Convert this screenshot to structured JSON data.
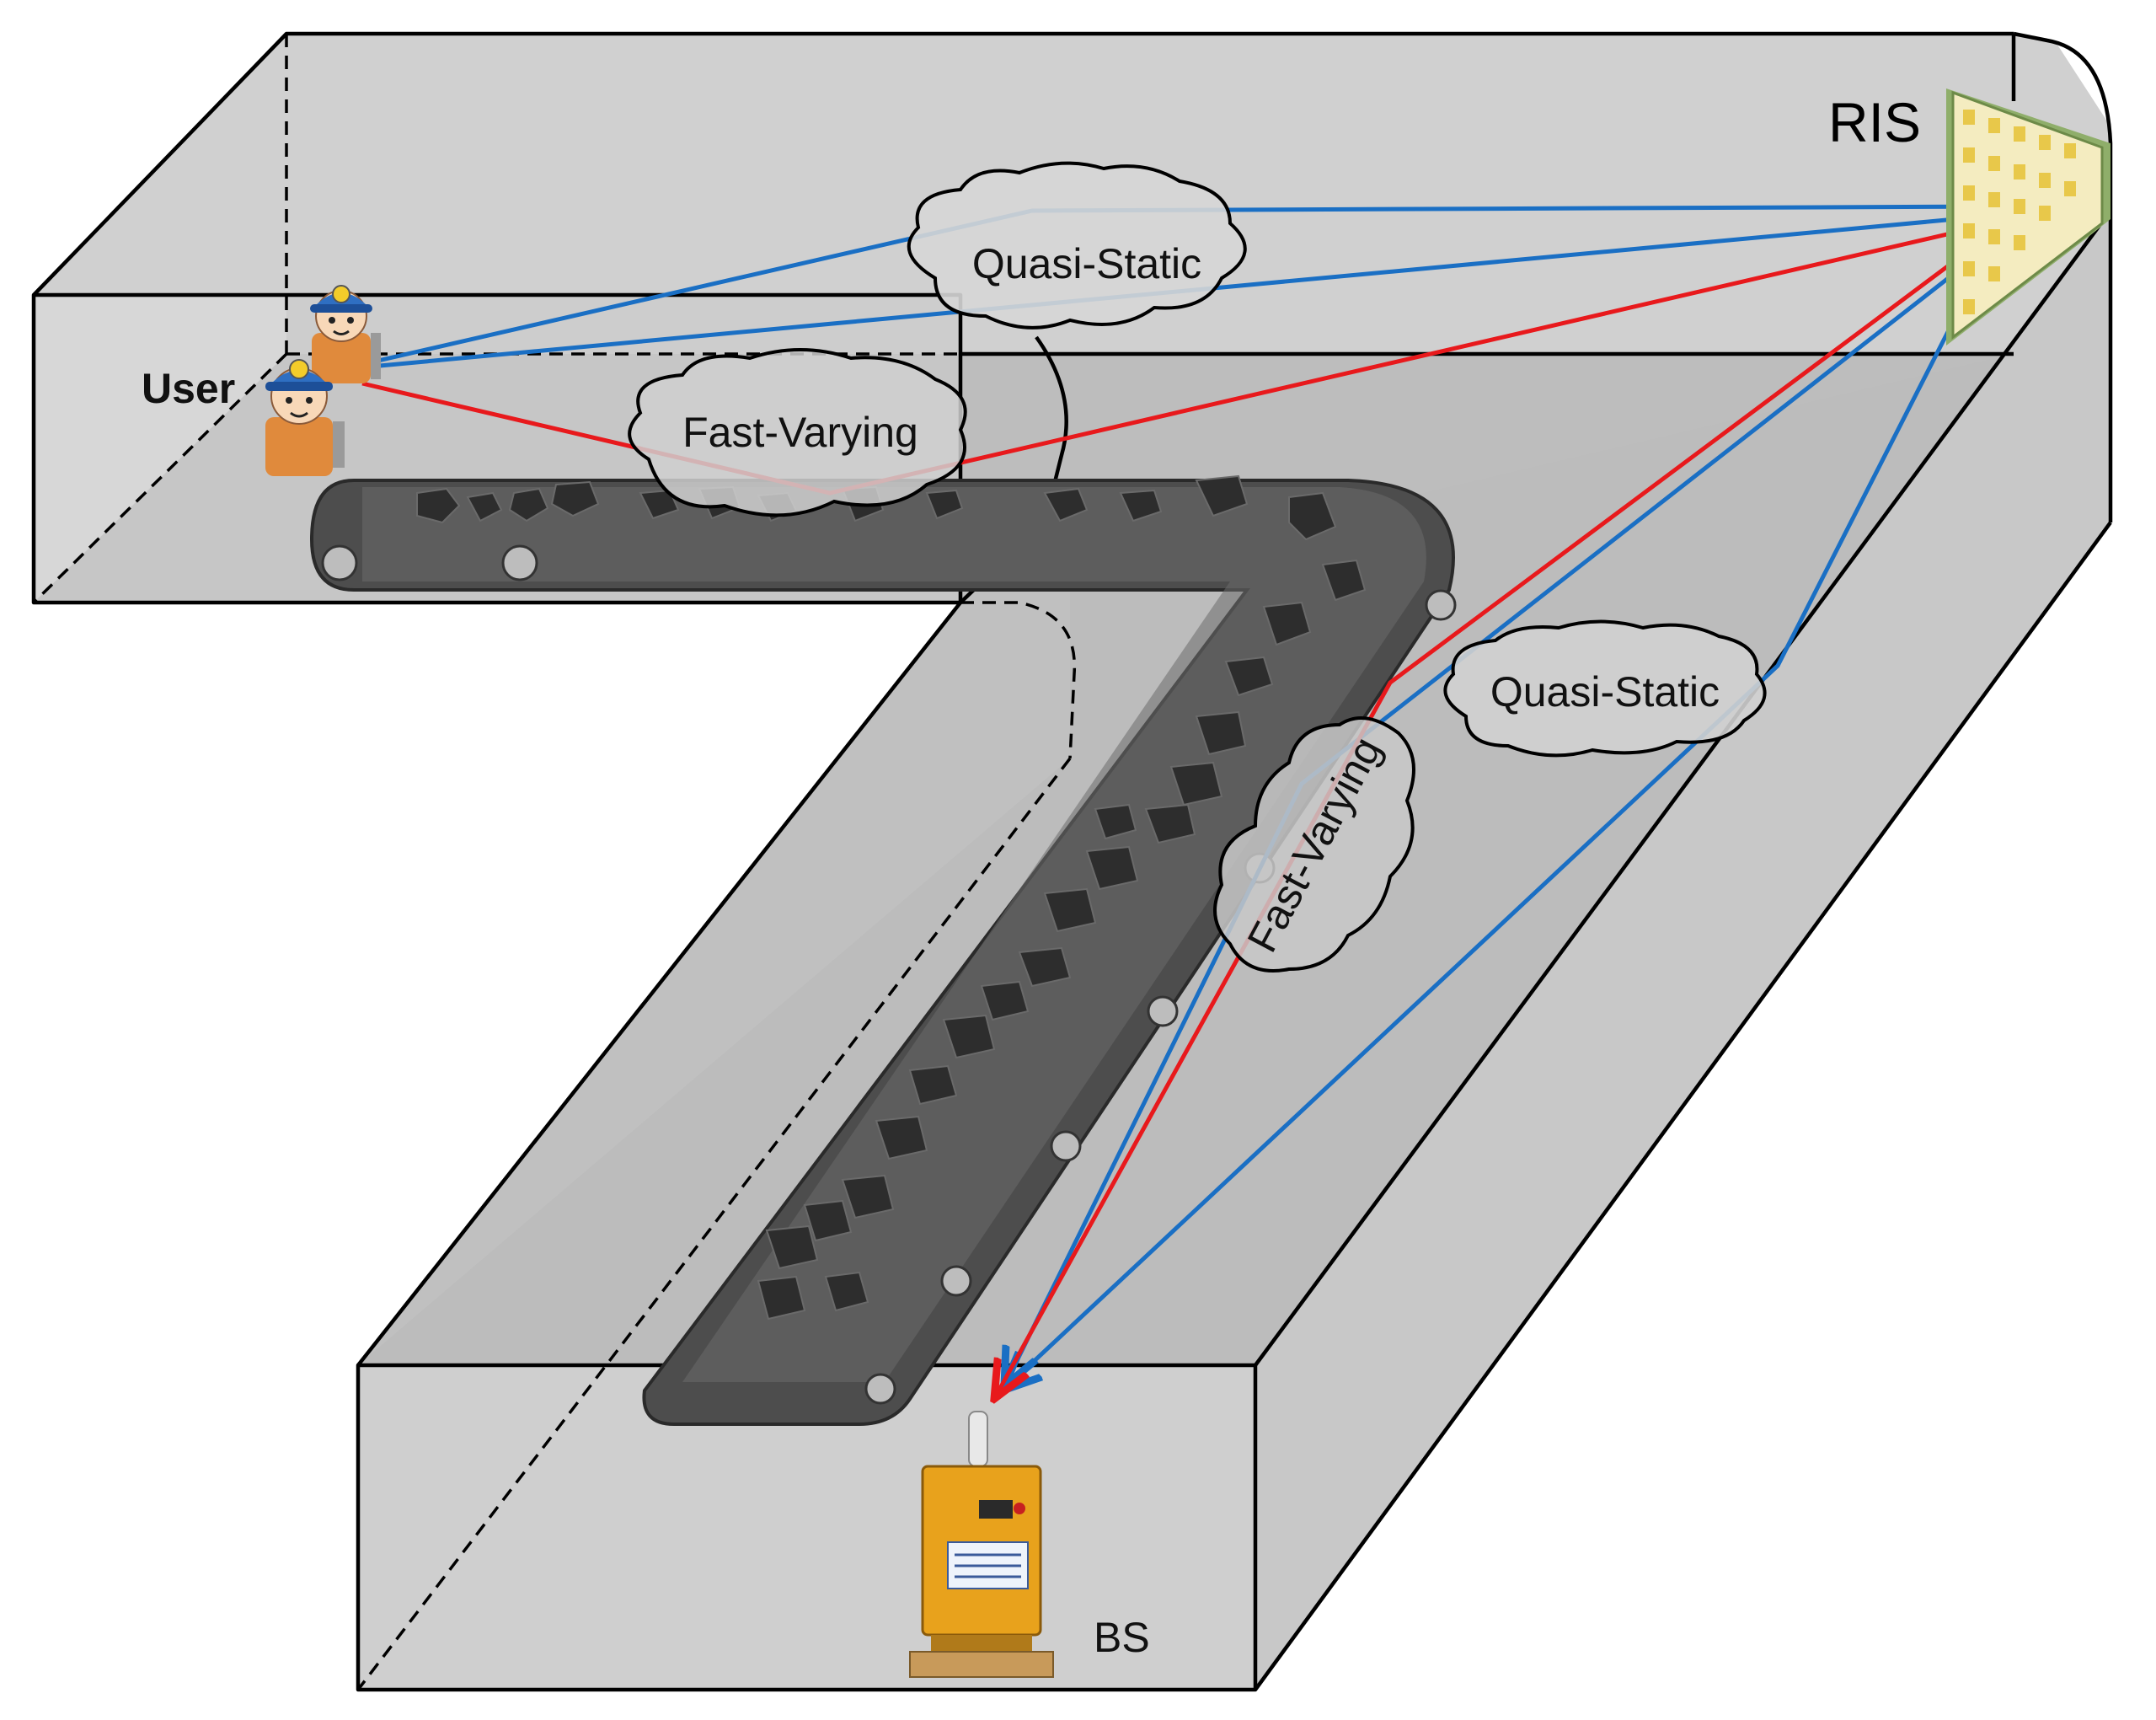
{
  "labels": {
    "ris": "RIS",
    "user": "User",
    "bs": "BS"
  },
  "clouds": [
    {
      "id": "quasi-static-top",
      "text": "Quasi-Static"
    },
    {
      "id": "fast-varying-top",
      "text": "Fast-Varying"
    },
    {
      "id": "quasi-static-right",
      "text": "Quasi-Static"
    },
    {
      "id": "fast-varying-right",
      "text": "Fast-Varying"
    }
  ],
  "signals": {
    "blue": {
      "color": "#1a6fc4",
      "meaning": "quasi-static path"
    },
    "red": {
      "color": "#e8191c",
      "meaning": "fast-varying path"
    }
  },
  "colors": {
    "wall": "#d8d8d8",
    "floor": "#b8b8b8",
    "conveyor": "#4a4a4a",
    "bs_cabinet": "#e8a21c",
    "ris_panel": "#f2e38a"
  },
  "icons": {
    "users": "miner-icon",
    "bs": "base-station-cabinet-icon",
    "ris": "ris-panel-icon"
  }
}
